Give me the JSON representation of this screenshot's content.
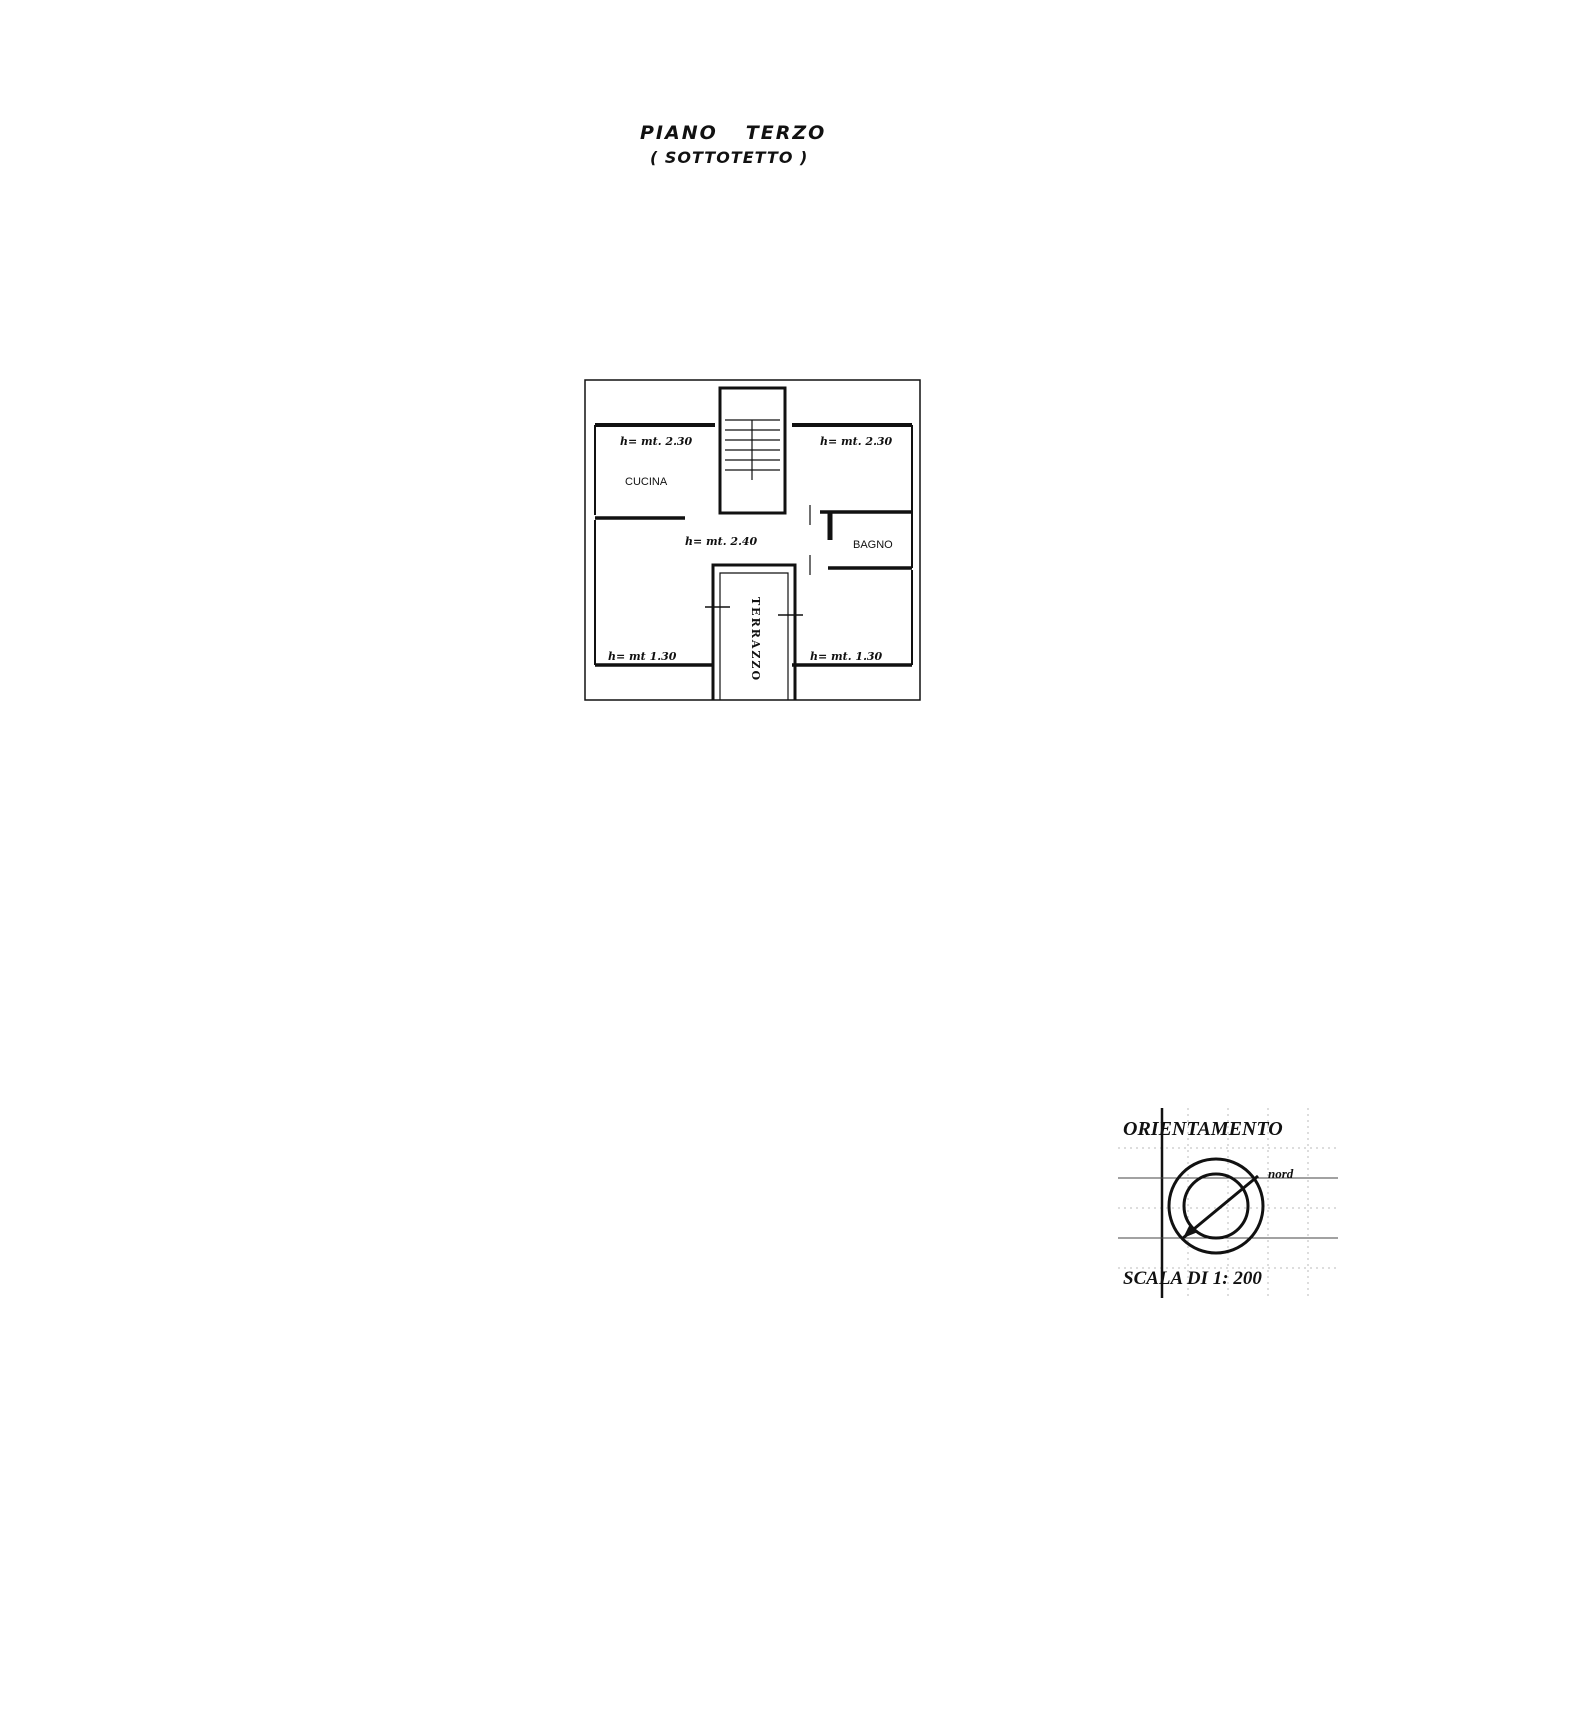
{
  "title": {
    "line1_a": "PIANO",
    "line1_b": "TERZO",
    "line2": "( SOTTOTETTO )"
  },
  "plan": {
    "rooms": {
      "top_left_height": "h= mt. 2.30",
      "top_left_name": "CUCINA",
      "top_right_height": "h= mt. 2.30",
      "center_height": "h= mt. 2.40",
      "bath_name": "BAGNO",
      "bottom_left_height": "h= mt 1.30",
      "bottom_right_height": "h= mt. 1.30",
      "terrace_name": "TERRAZZO"
    }
  },
  "orientation": {
    "heading": "ORIENTAMENTO",
    "north_label": "nord",
    "scale": "SCALA DI 1: 200"
  }
}
